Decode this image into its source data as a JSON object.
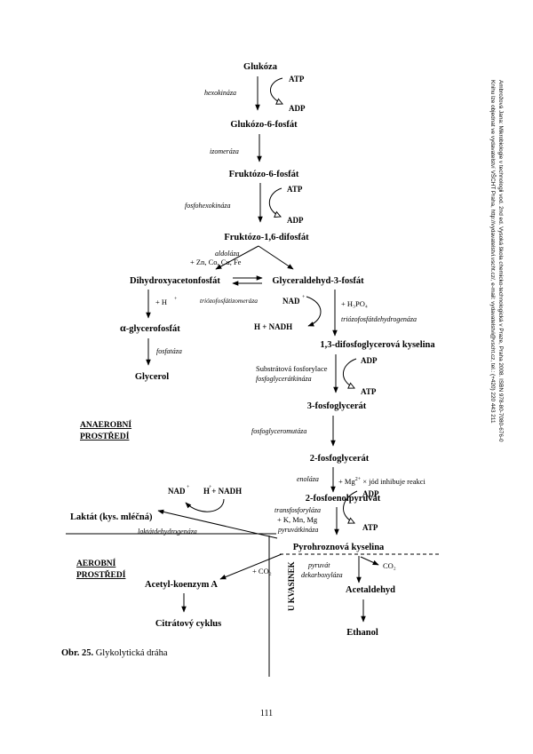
{
  "nodes": {
    "glukoza": "Glukóza",
    "g6p": "Glukózo-6-fosfát",
    "f6p": "Fruktózo-6-fosfát",
    "f16bp": "Fruktózo-1,6-difosfát",
    "dhap": "Dihydroxyacetonfosfát",
    "gap": "Glyceraldehyd-3-fosfát",
    "glycerofosfat_prefix": "α",
    "glycerofosfat_rest": "-glycerofosfát",
    "glycerol": "Glycerol",
    "bpg13": "1,3-difosfoglycerová kyselina",
    "pg3": "3-fosfoglycerát",
    "pg2": "2-fosfoglycerát",
    "pep": "2-fosfoenolpyruvát",
    "laktat": "Laktát (kys. mléčná)",
    "pyruvat": "Pyrohroznová kyselina",
    "acetylcoa": "Acetyl-koenzym A",
    "citrat": "Citrátový cyklus",
    "acetaldehyd": "Acetaldehyd",
    "ethanol": "Ethanol"
  },
  "enzymes": {
    "hexokinaza": "hexokináza",
    "izomeraza": "izomeráza",
    "fosfohexokinaza": "fosfohexokináza",
    "aldolaza": "aldoláza",
    "triozofosfatizomeraza": "triózofosfátizomeráza",
    "triozofosfatdehydrogenaza": "triózofosfátdehydrogenáza",
    "fosfataza": "fosfatáza",
    "substratova": "Substrátová fosforylace",
    "fosfoglyceratkinaza": "fosfoglycerátkináza",
    "fosfoglyceromutaza": "fosfoglyceromutáza",
    "enolaza": "enoláza",
    "transfosforylaza": "transfosforyláza",
    "pyruvatkinaza": "pyruvátkináza",
    "laktatdehydrogenaza": "laktátdehydrogenáza",
    "pyruvat_line1": "pyruvát",
    "pyruvat_line2": "dekarboxyláza"
  },
  "cofactors": {
    "atp": "ATP",
    "adp": "ADP",
    "nad": "NAD",
    "nadh": "H + NADH",
    "plus": "+",
    "zn_co": "+ Zn, Co, Cu, Fe",
    "h_plus": "+ H",
    "h3po4": "+ H₃PO₄",
    "mg_main": "+ Mg",
    "mg_sup": "2+",
    "mg_rest": " × jód inhibuje reakci",
    "k_mn_mg": "+ K, Mn, Mg",
    "co2": "CO₂",
    "plus_co2": "+ CO₂"
  },
  "environments": {
    "anaerobni_1": "ANAEROBNÍ",
    "anaerobni_2": "PROSTŘEDÍ",
    "aerobni_1": "AEROBNÍ",
    "aerobni_2": "PROSTŘEDÍ",
    "kvasinek": "U KVASINEK"
  },
  "caption": {
    "label": "Obr. 25.",
    "text": " Glykolytická dráha"
  },
  "page_number": "111",
  "margin_note": {
    "line1": "Ambrožová Jana: Mikrobiologie v technologii vod. 2nd ed. Vysoká škola chemicko-technologická v Praze, Praha 2008. ISBN 978-80-7080-676-0",
    "line2": "Knihu lze objednat ve vydavatelství VŠCHT Praha, http://vydavatelstvi.vscht.cz/, e-mail: vydavatelstvi@vscht.cz, tel.: (+420) 220 443 211"
  }
}
